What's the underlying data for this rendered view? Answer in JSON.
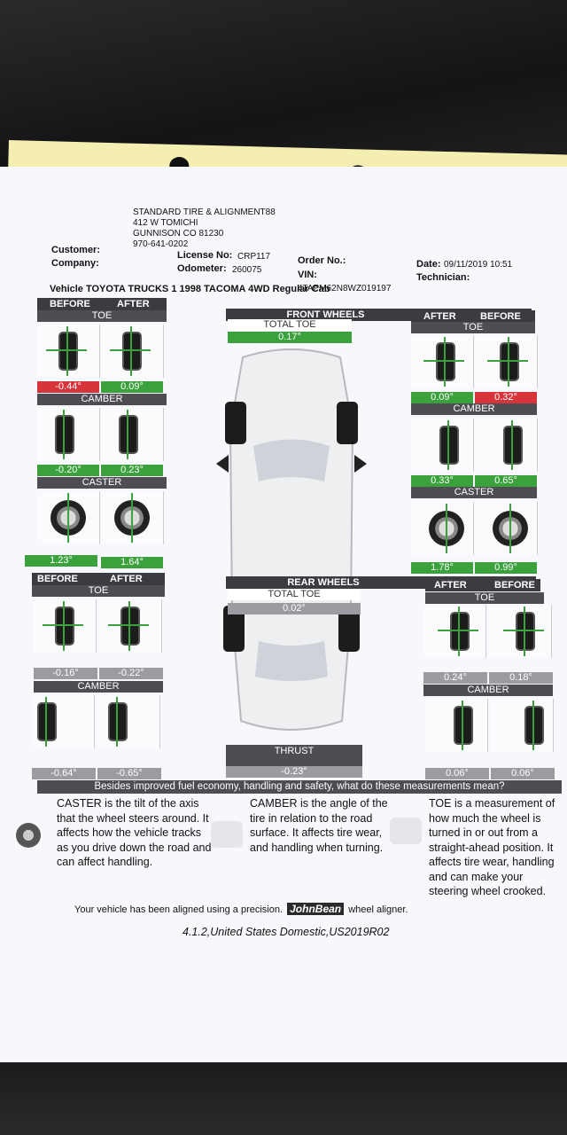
{
  "shop": {
    "name": "STANDARD TIRE & ALIGNMENT88",
    "street": "412 W TOMICHI",
    "city": "GUNNISON CO 81230",
    "phone": "970-641-0202"
  },
  "info": {
    "customer_label": "Customer:",
    "company_label": "Company:",
    "license_label": "License No:",
    "license": "CRP117",
    "odometer_label": "Odometer:",
    "odometer": "260075",
    "order_label": "Order No.:",
    "vin_label": "VIN:",
    "vin": "4TAPM62N8WZ019197",
    "date_label": "Date:",
    "date": "09/11/2019 10:51",
    "technician_label": "Technician:",
    "vehicle": "Vehicle TOYOTA TRUCKS 1 1998 TACOMA 4WD Regular Cab"
  },
  "labels": {
    "before": "BEFORE",
    "after": "AFTER",
    "toe": "TOE",
    "camber": "CAMBER",
    "caster": "CASTER",
    "total_toe": "TOTAL TOE",
    "thrust": "THRUST"
  },
  "front": {
    "title": "FRONT WHEELS",
    "total_toe": "0.17°",
    "left": {
      "toe_before": "-0.44°",
      "toe_after": "0.09°",
      "camber_before": "-0.20°",
      "camber_after": "0.23°",
      "caster_before": "1.23°",
      "caster_after": "1.64°"
    },
    "right": {
      "toe_after": "0.09°",
      "toe_before": "0.32°",
      "camber_after": "0.33°",
      "camber_before": "0.65°",
      "caster_after": "1.78°",
      "caster_before": "0.99°"
    }
  },
  "rear": {
    "title": "REAR WHEELS",
    "total_toe": "0.02°",
    "thrust": "-0.23°",
    "left": {
      "toe_before": "-0.16°",
      "toe_after": "-0.22°",
      "camber_before": "-0.64°",
      "camber_after": "-0.65°"
    },
    "right": {
      "toe_after": "0.24°",
      "toe_before": "0.18°",
      "camber_after": "0.06°",
      "camber_before": "0.06°"
    }
  },
  "question": "Besides improved fuel economy, handling and safety, what do these measurements mean?",
  "explanations": {
    "caster": "CASTER is the tilt of the axis that the wheel steers around. It affects how the vehicle tracks as you drive down the road and can affect handling.",
    "camber": "CAMBER is the angle of the tire in relation to the road surface. It affects tire wear, and handling when turning.",
    "toe": "TOE is a measurement of how much the wheel is turned in or out from a straight-ahead position. It affects tire wear, handling and can make your steering wheel crooked."
  },
  "footer": {
    "aligned_pre": "Your vehicle has been aligned using a precision.",
    "brand": "JohnBean",
    "aligned_post": "wheel aligner.",
    "version": "4.1.2,United States Domestic,US2019R02"
  },
  "colors": {
    "good": "#3aa13c",
    "bad": "#d6343a",
    "neutral": "#9b9ba1",
    "header": "#3d3b42"
  }
}
